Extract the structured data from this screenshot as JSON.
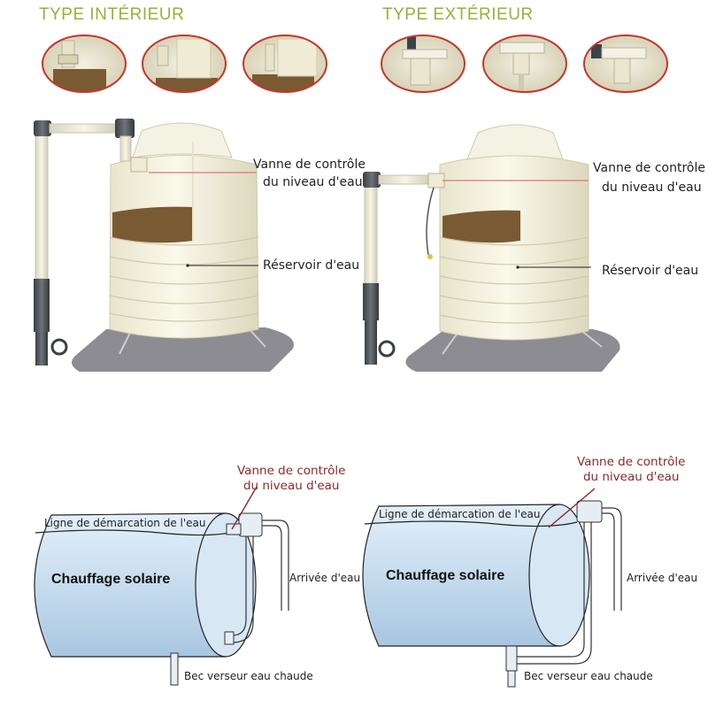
{
  "top": {
    "interior_title": "TYPE INTÉRIEUR",
    "exterior_title": "TYPE EXTÉRIEUR",
    "interior_valve_label_line1": "Vanne de contrôle",
    "interior_valve_label_line2": "du niveau d'eau",
    "interior_tank_label": "Réservoir d'eau",
    "exterior_valve_label_line1": "Vanne de contrôle",
    "exterior_valve_label_line2": "du niveau d'eau",
    "exterior_tank_label": "Réservoir d'eau"
  },
  "bottom": {
    "left": {
      "valve_label_line1": "Vanne de contrôle",
      "valve_label_line2": "du niveau d'eau",
      "waterline_label": "Ligne de démarcation de l'eau",
      "heater_label": "Chauffage solaire",
      "inlet_label": "Arrivée d'eau",
      "outlet_label": "Bec verseur eau chaude"
    },
    "right": {
      "valve_label_line1": "Vanne de contrôle",
      "valve_label_line2": "du niveau d'eau",
      "waterline_label": "Ligne de démarcation de l'eau",
      "heater_label": "Chauffage solaire",
      "inlet_label": "Arrivée d'eau",
      "outlet_label": "Bec verseur eau chaude"
    }
  },
  "colors": {
    "title": "#9aaf3a",
    "tank": "#f3f0dc",
    "water": "#7a5a32",
    "floor": "#8c8c92",
    "cylinder": "#cfe3f3",
    "red_line": "#d87878"
  }
}
